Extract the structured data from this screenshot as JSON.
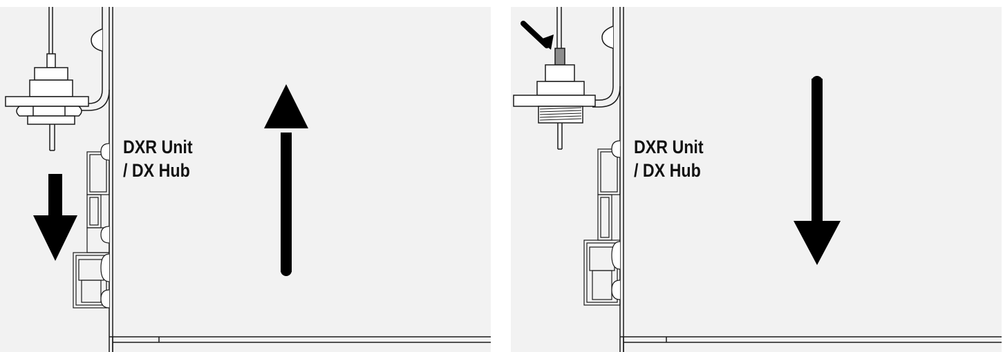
{
  "panels": [
    {
      "id": "left",
      "label_line1": "DXR Unit",
      "label_line2": "/ DX Hub",
      "probe_arrow": "down",
      "enclosure_arrow": "up"
    },
    {
      "id": "right",
      "label_line1": "DXR Unit",
      "label_line2": "/ DX Hub",
      "probe_arrow": "pointer",
      "enclosure_arrow": "down"
    }
  ],
  "colors": {
    "background": "#f2f2f2",
    "line": "#1a1a1a",
    "arrow": "#000000",
    "highlight_block": "#8c8c8c"
  }
}
